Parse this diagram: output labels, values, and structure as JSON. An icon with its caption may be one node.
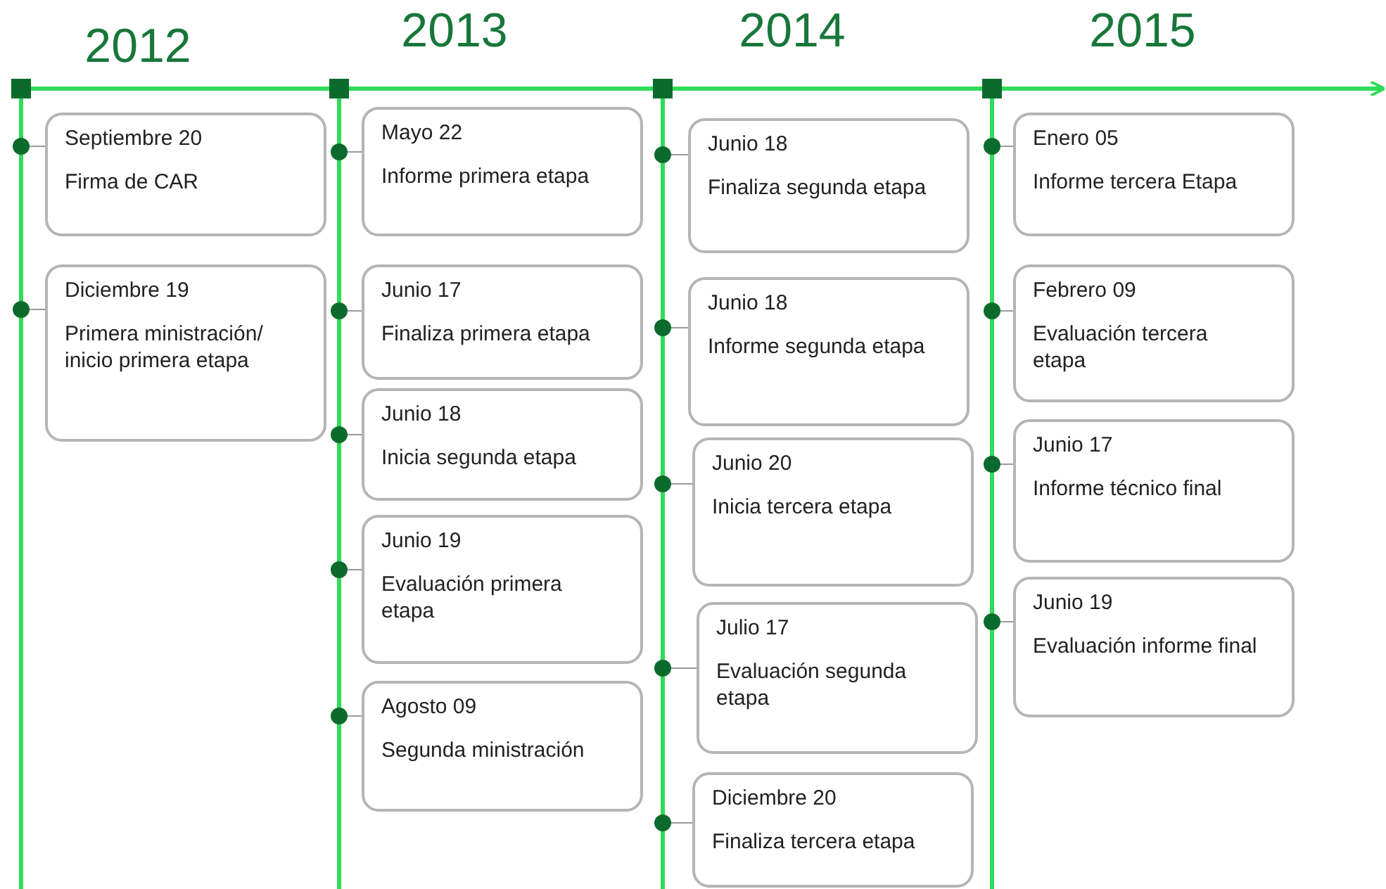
{
  "diagram": {
    "nodes": [
      {
        "text": [
          "Septiembre 20",
          "Firma de CAR"
        ]
      },
      {
        "text": [
          "Diciembre 19",
          "Primera ministración/ inicio primera etapa"
        ]
      },
      {
        "text": [
          "Mayo 22",
          "Informe primera etapa"
        ]
      },
      {
        "text": [
          "Junio 17",
          "Finaliza primera etapa"
        ]
      },
      {
        "text": [
          "Junio 18",
          "Inicia segunda etapa"
        ]
      },
      {
        "text": [
          "Junio 19",
          "Evaluación primera etapa"
        ]
      },
      {
        "text": [
          "Agosto 09",
          "Segunda ministración"
        ]
      },
      {
        "text": [
          "Junio 18",
          "Finaliza segunda etapa"
        ]
      },
      {
        "text": [
          "Junio 18",
          "Informe segunda etapa"
        ]
      },
      {
        "text": [
          "Junio 20",
          "Inicia tercera etapa"
        ]
      },
      {
        "text": [
          "Julio 17",
          "Evaluación segunda etapa"
        ]
      },
      {
        "text": [
          "Diciembre 20",
          "Finaliza tercera etapa"
        ]
      },
      {
        "text": [
          "Enero 05",
          "Informe tercera Etapa"
        ]
      },
      {
        "text": [
          "Febrero 09",
          "Evaluación tercera etapa"
        ]
      },
      {
        "text": [
          "Junio 17",
          "Informe técnico final"
        ]
      },
      {
        "text": [
          "Junio 19",
          "Evaluación informe final"
        ]
      },
      {
        "text": [],
        "shape": "circle"
      },
      {
        "text": [],
        "shape": "circle"
      },
      {
        "text": [],
        "shape": "circle"
      },
      {
        "text": [],
        "shape": "circle"
      },
      {
        "text": [],
        "shape": "circle"
      },
      {
        "text": [],
        "shape": "circle"
      },
      {
        "text": [],
        "shape": "circle"
      },
      {
        "text": [],
        "shape": "circle"
      },
      {
        "text": [],
        "shape": "circle"
      },
      {
        "text": [],
        "shape": "circle"
      },
      {
        "text": [],
        "shape": "circle"
      },
      {
        "text": [],
        "shape": "circle"
      },
      {
        "text": [],
        "shape": "circle"
      },
      {
        "text": [],
        "shape": "circle"
      },
      {
        "text": [],
        "shape": "circle"
      },
      {
        "text": [],
        "shape": "circle"
      }
    ],
    "edges": [
      {
        "from": 16,
        "to": 0,
        "arrow": "none"
      },
      {
        "from": 17,
        "to": 1,
        "arrow": "none"
      },
      {
        "from": 18,
        "to": 2,
        "arrow": "none"
      },
      {
        "from": 19,
        "to": 3,
        "arrow": "none"
      },
      {
        "from": 20,
        "to": 4,
        "arrow": "none"
      },
      {
        "from": 21,
        "to": 5,
        "arrow": "none"
      },
      {
        "from": 22,
        "to": 6,
        "arrow": "none"
      },
      {
        "from": 23,
        "to": 7,
        "arrow": "none"
      },
      {
        "from": 24,
        "to": 8,
        "arrow": "none"
      },
      {
        "from": 25,
        "to": 9,
        "arrow": "none"
      },
      {
        "from": 26,
        "to": 10,
        "arrow": "none"
      },
      {
        "from": 27,
        "to": 11,
        "arrow": "none"
      },
      {
        "from": 28,
        "to": 12,
        "arrow": "none"
      },
      {
        "from": 29,
        "to": 13,
        "arrow": "none"
      },
      {
        "from": 30,
        "to": 14,
        "arrow": "none"
      },
      {
        "from": 31,
        "to": 15,
        "arrow": "none"
      }
    ],
    "labels": [
      "2012",
      "2013",
      "2014",
      "2015"
    ]
  }
}
